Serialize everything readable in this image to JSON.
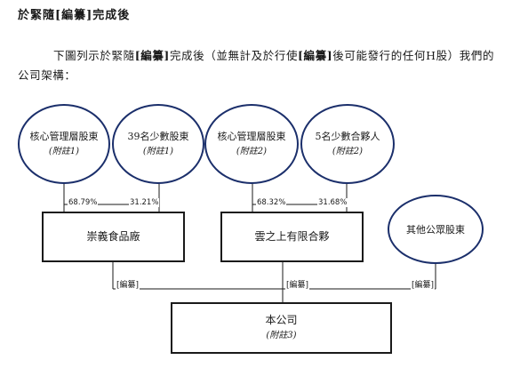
{
  "heading": "於緊隨[編纂]完成後",
  "paragraph": {
    "parts": [
      "下圖列示於緊隨",
      "[編纂]",
      "完成後（並無計及於行使",
      "[編纂]",
      "後可能發行的任何H股）我們的公司架構："
    ]
  },
  "shareholders": [
    {
      "name": "核心管理層股東",
      "note": "(附註1)"
    },
    {
      "name": "39名少數股東",
      "note": "(附註1)"
    },
    {
      "name": "核心管理層股東",
      "note": "(附註2)"
    },
    {
      "name": "5名少數合夥人",
      "note": "(附註2)"
    },
    {
      "name": "其他公眾股東"
    }
  ],
  "percentages": [
    "68.79%",
    "31.21%",
    "68.32%",
    "31.68%"
  ],
  "holding_entities": [
    {
      "name": "崇義食品廠"
    },
    {
      "name": "雲之上有限合夥"
    }
  ],
  "company": {
    "name": "本公司",
    "note": "(附註3)"
  },
  "bracket_labels": [
    "[編纂]",
    "[編纂]",
    "[編纂]"
  ]
}
